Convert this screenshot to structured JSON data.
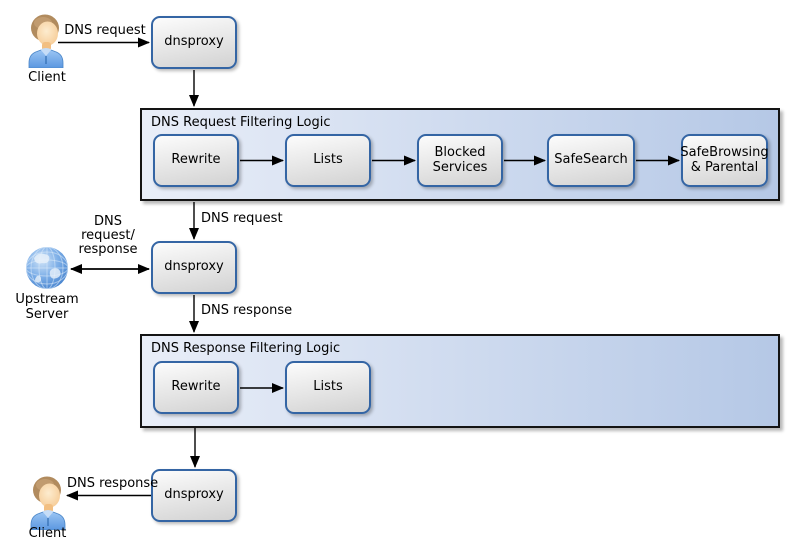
{
  "nodes": {
    "dnsproxy_top": {
      "label": "dnsproxy"
    },
    "dnsproxy_mid": {
      "label": "dnsproxy"
    },
    "dnsproxy_bottom": {
      "label": "dnsproxy"
    }
  },
  "actors": {
    "client_top": {
      "label": "Client"
    },
    "upstream": {
      "label": "Upstream\nServer"
    },
    "client_bottom": {
      "label": "Client"
    }
  },
  "containers": [
    {
      "title": "DNS Request Filtering Logic",
      "boxes": [
        {
          "label": "Rewrite"
        },
        {
          "label": "Lists"
        },
        {
          "label": "Blocked\nServices"
        },
        {
          "label": "SafeSearch"
        },
        {
          "label": "SafeBrowsing\n& Parental"
        }
      ]
    },
    {
      "title": "DNS Response Filtering Logic",
      "boxes": [
        {
          "label": "Rewrite"
        },
        {
          "label": "Lists"
        }
      ]
    }
  ],
  "edge_labels": {
    "client_to_proxy": "DNS request",
    "container1_to_proxy": "DNS request",
    "upstream_exchange": "DNS\nrequest/\nresponse",
    "proxy_to_container2": "DNS response",
    "proxy_to_client": "DNS response"
  },
  "colors": {
    "node_border": "#3465a4",
    "node_fill_top": "#fcfcfc",
    "node_fill_bottom": "#d2d2d2",
    "container_fill_left": "#e9eef8",
    "container_fill_right": "#b5c8e6",
    "container_border": "#141414",
    "arrow": "#000000"
  }
}
